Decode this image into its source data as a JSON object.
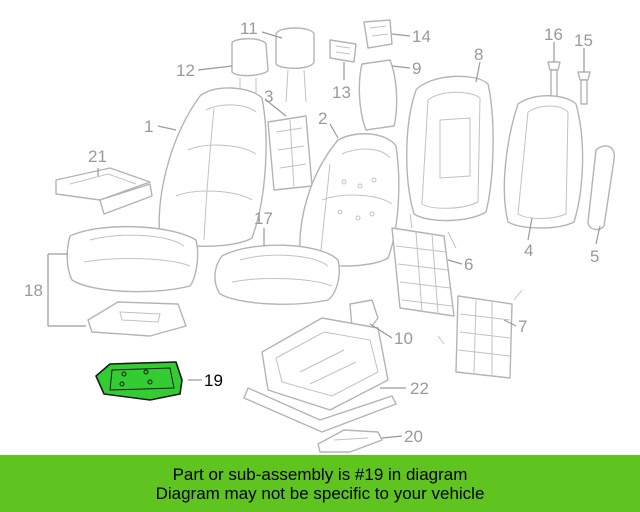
{
  "diagram": {
    "highlight_color": "#33cc33",
    "callout_color": "#9a9a9a",
    "callouts": {
      "c1": "1",
      "c2": "2",
      "c3": "3",
      "c4": "4",
      "c5": "5",
      "c6": "6",
      "c7": "7",
      "c8": "8",
      "c9": "9",
      "c10": "10",
      "c11": "11",
      "c12": "12",
      "c13": "13",
      "c14": "14",
      "c15": "15",
      "c16": "16",
      "c17": "17",
      "c18": "18",
      "c19": "19",
      "c20": "20",
      "c21": "21",
      "c22": "22"
    }
  },
  "banner": {
    "background": "#5fc41f",
    "line1": "Part or sub-assembly is #19 in diagram",
    "line2": "Diagram may not be specific to your vehicle"
  }
}
